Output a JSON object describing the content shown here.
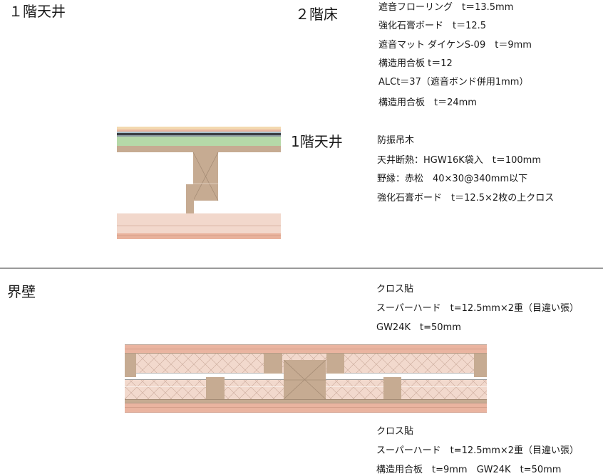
{
  "floor_section": {
    "heading": "１階天井",
    "sub_heading_floor": "２階床",
    "sub_heading_ceiling": "1階天井",
    "floor_specs": [
      "遮音フローリング　t＝13.5mm",
      "強化石膏ボード　t＝12.5",
      "遮音マット ダイケンS-09　t＝9mm",
      "構造用合板 t＝12",
      "ALCt＝37（遮音ボンド併用1mm）",
      "構造用合板　t＝24mm"
    ],
    "ceiling_specs": [
      "防振吊木",
      "天井断熱：HGW16K袋入　t＝100mm",
      "野縁：赤松　40×30@340mm以下",
      "強化石膏ボード　t＝12.5×2枚の上クロス"
    ],
    "colors": {
      "flooring": "#f3d9b0",
      "gypsum": "#e9b7a0",
      "mat_light": "#a9c0cc",
      "mat_dark": "#3a3f44",
      "alc": "#b5d9a8",
      "plywood": "#c6ab92",
      "ceiling_board": "#f2d8cc",
      "ceiling_board_lower": "#e9b29c"
    }
  },
  "wall_section": {
    "heading": "界壁",
    "top_specs": [
      "クロス貼",
      "スーパーハード　t=12.5mm×2重（目違い張）",
      "GW24K　t=50mm"
    ],
    "bottom_specs": [
      "クロス貼",
      "スーパーハード　t=12.5mm×2重（目違い張）",
      "構造用合板　t=9mm　GW24K　t=50mm"
    ],
    "colors": {
      "board": "#eab4a0",
      "board_line": "#d39e8a",
      "insulation": "#f2d9cd",
      "insulation_hatch": "#c9a99a",
      "stud": "#c6ab92",
      "plywood_line": "#b79c86"
    }
  }
}
